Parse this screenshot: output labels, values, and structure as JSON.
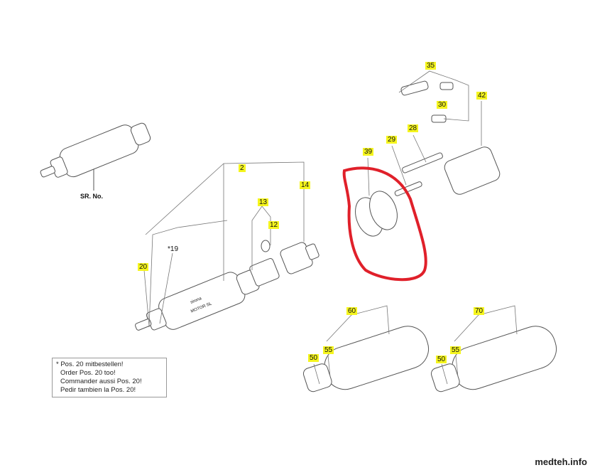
{
  "title": "Sirona Motor SL exploded parts diagram",
  "motor_text": "MOTOR SL",
  "brand_text": "sirona",
  "serial_label": "SR. No.",
  "part_labels": {
    "p35": "35",
    "p30": "30",
    "p42": "42",
    "p28": "28",
    "p29": "29",
    "p39": "39",
    "p2": "2",
    "p14": "14",
    "p13": "13",
    "p12": "12",
    "p19": "*19",
    "p20": "20",
    "p60": "60",
    "p70": "70",
    "p50a": "50",
    "p55a": "55",
    "p50b": "50",
    "p55b": "55"
  },
  "note_lines": [
    "* Pos. 20 mitbestellen!",
    "Order Pos. 20 too!",
    "Commander aussi Pos. 20!",
    "Pedir tambien la Pos. 20!"
  ],
  "watermark": "medteh.info",
  "colors": {
    "highlight": "#f5f51e",
    "annotation": "#e0202a"
  }
}
